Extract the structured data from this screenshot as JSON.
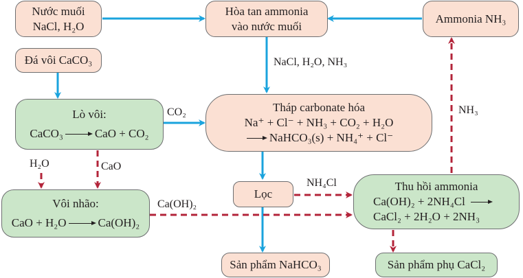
{
  "colors": {
    "blue_arrow": "#1aa3dd",
    "red_dashed_arrow": "#b3243a",
    "pink_box": "#fbe0d3",
    "green_box": "#cbe6c9",
    "box_border": "#6d6e70",
    "text": "#231f20"
  },
  "nodes": {
    "brine": {
      "line1": "Nước muối",
      "line2": "NaCl, H₂O"
    },
    "dissolve": {
      "line1": "Hòa tan ammonia",
      "line2": "vào nước muối"
    },
    "ammonia": {
      "label": "Ammonia NH₃"
    },
    "limestone": {
      "label": "Đá vôi CaCO₃"
    },
    "kiln": {
      "title": "Lò vôi:",
      "reactant": "CaCO₃",
      "products": "CaO + CO₂"
    },
    "tower": {
      "title": "Tháp carbonate hóa",
      "line1": "Na⁺ + Cl⁻ + NH₃ + CO₂ + H₂O",
      "line2": "NaHCO₃(s) + NH₄⁺ + Cl⁻"
    },
    "slaked_lime": {
      "title": "Vôi nhão:",
      "reactants": "CaO + H₂O",
      "products": "Ca(OH)₂"
    },
    "filter": {
      "label": "Lọc"
    },
    "recovery": {
      "title": "Thu hồi ammonia",
      "line1": "Ca(OH)₂ + 2NH₄Cl",
      "line2": "CaCl₂ + 2H₂O + 2NH₃"
    },
    "product": {
      "label": "Sản phẩm NaHCO₃"
    },
    "byproduct": {
      "label": "Sản phẩm phụ CaCl₂"
    }
  },
  "edge_labels": {
    "to_tower": "NaCl, H₂O, NH₃",
    "co2": "CO₂",
    "nh3_up": "NH₃",
    "h2o": "H₂O",
    "cao": "CaO",
    "caoh2": "Ca(OH)₂",
    "nh4cl": "NH₄Cl"
  }
}
